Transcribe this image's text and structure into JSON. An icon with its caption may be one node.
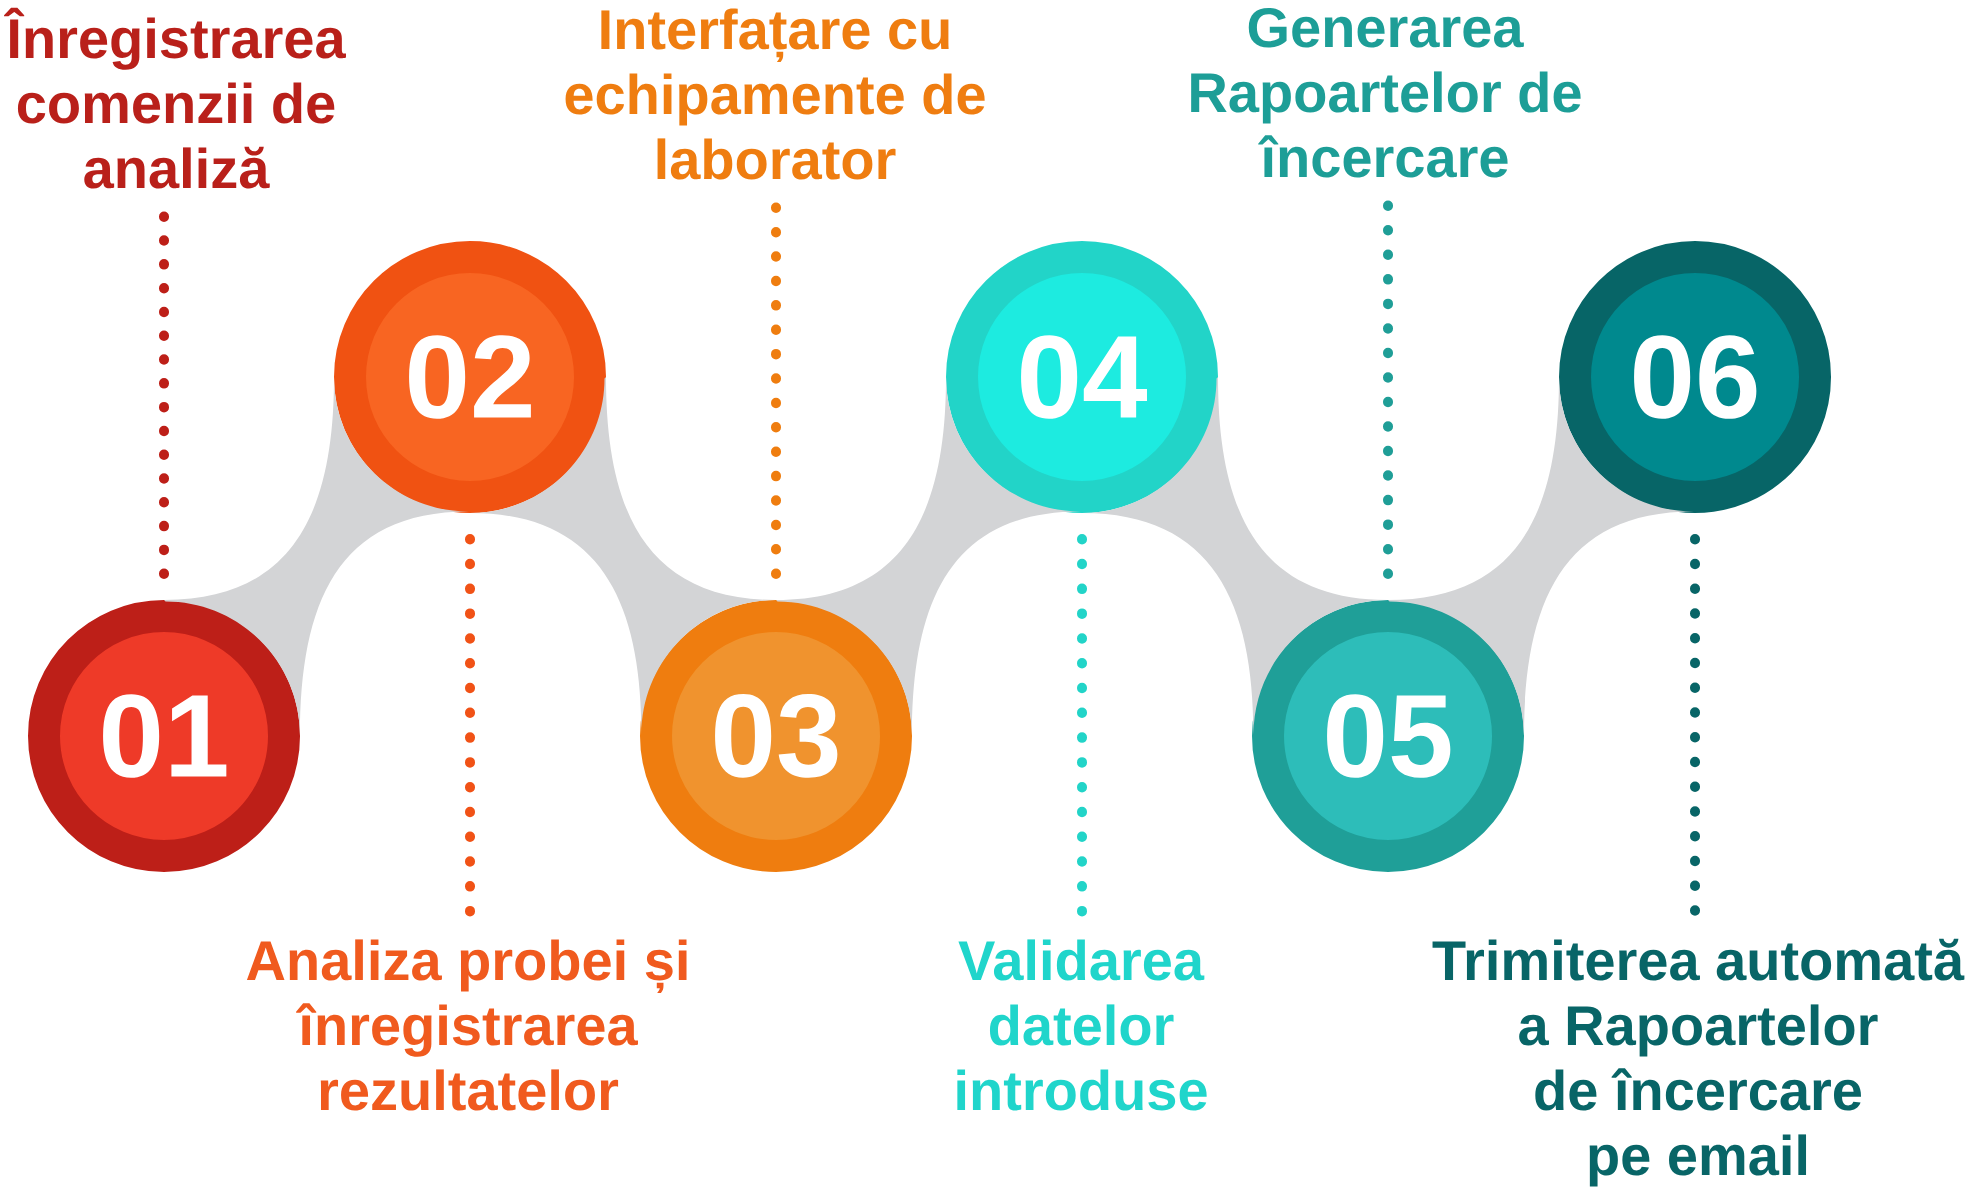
{
  "diagram": {
    "nodes": [
      {
        "text": [
          "01"
        ]
      },
      {
        "text": [
          "Înregistrarea comenzii de analiză"
        ]
      },
      {
        "text": [
          "02"
        ]
      },
      {
        "text": [
          "Analiza probei și înregistrarea rezultatelor"
        ]
      },
      {
        "text": [
          "03"
        ]
      },
      {
        "text": [
          "Interfațare cu echipamente de laborator"
        ]
      },
      {
        "text": [
          "04"
        ]
      },
      {
        "text": [
          "Validarea datelor introduse"
        ]
      },
      {
        "text": [
          "05"
        ]
      },
      {
        "text": [
          "Generarea Rapoartelor de încercare"
        ]
      },
      {
        "text": [
          "06"
        ]
      },
      {
        "text": [
          "Trimiterea automată a Rapoartelor de încercare pe email"
        ]
      }
    ],
    "edges": [
      {
        "from": 0,
        "to": 2,
        "arrow": "none",
        "style": "thick",
        "color": "#d3d4d6"
      },
      {
        "from": 2,
        "to": 4,
        "arrow": "none",
        "style": "thick",
        "color": "#d3d4d6"
      },
      {
        "from": 4,
        "to": 6,
        "arrow": "none",
        "style": "thick",
        "color": "#d3d4d6"
      },
      {
        "from": 6,
        "to": 8,
        "arrow": "none",
        "style": "thick",
        "color": "#d3d4d6"
      },
      {
        "from": 8,
        "to": 10,
        "arrow": "none",
        "style": "thick",
        "color": "#d3d4d6"
      },
      {
        "from": 1,
        "to": 0,
        "arrow": "none",
        "style": "dashed",
        "color": "#bd1f18"
      },
      {
        "from": 3,
        "to": 2,
        "arrow": "none",
        "style": "dashed",
        "color": "#f15216"
      },
      {
        "from": 5,
        "to": 4,
        "arrow": "none",
        "style": "dashed",
        "color": "#ef7d0f"
      },
      {
        "from": 7,
        "to": 6,
        "arrow": "none",
        "style": "dashed",
        "color": "#22d4c8"
      },
      {
        "from": 9,
        "to": 8,
        "arrow": "none",
        "style": "dashed",
        "color": "#1f9e97"
      },
      {
        "from": 11,
        "to": 10,
        "arrow": "none",
        "style": "dashed",
        "color": "#086567"
      }
    ]
  }
}
